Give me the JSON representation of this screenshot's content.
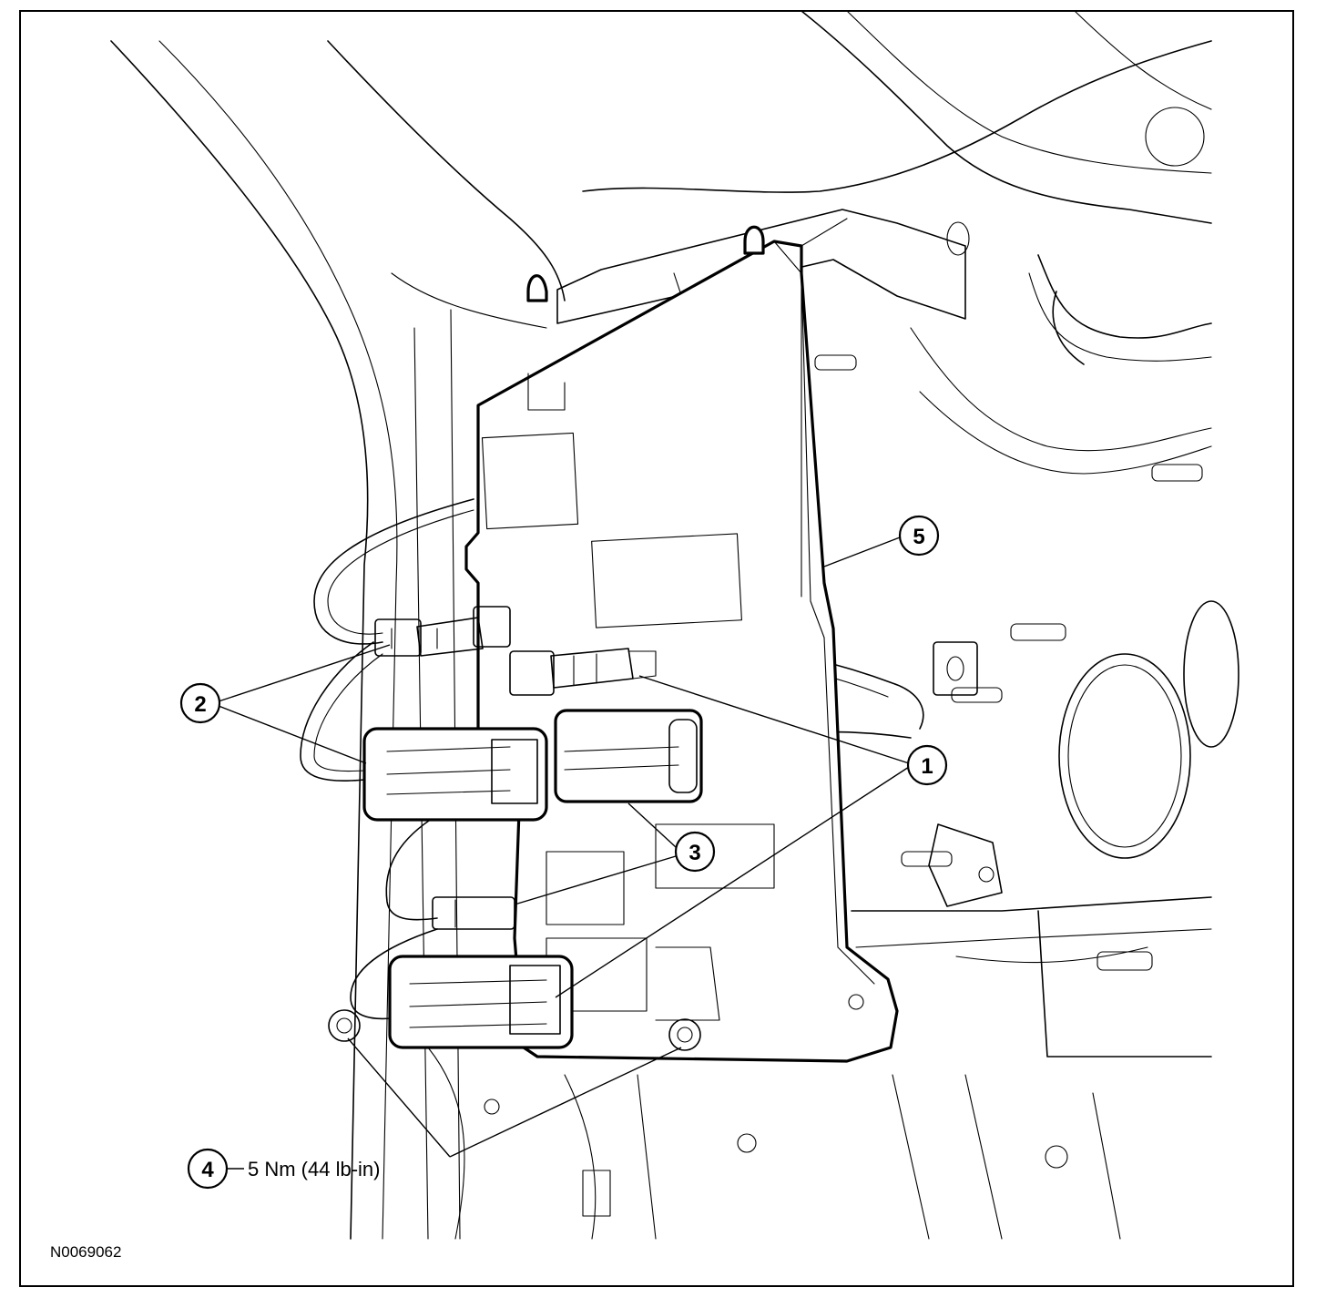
{
  "figure_id": "N0069062",
  "callouts": [
    {
      "number": "1"
    },
    {
      "number": "2"
    },
    {
      "number": "3"
    },
    {
      "number": "4",
      "spec": "5 Nm (44 lb-in)"
    },
    {
      "number": "5"
    }
  ]
}
